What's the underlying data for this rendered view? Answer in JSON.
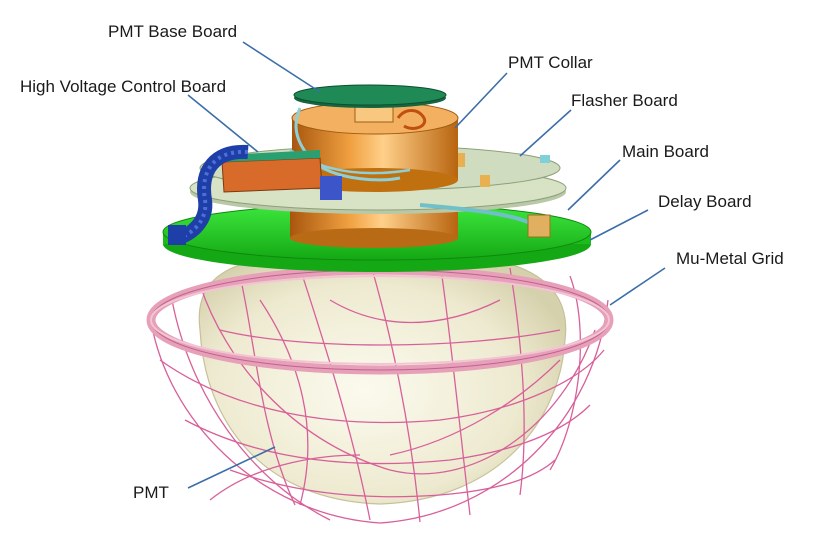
{
  "labels": {
    "pmt_base_board": "PMT Base  Board",
    "high_voltage_control_board": "High Voltage Control Board",
    "pmt_collar": "PMT Collar",
    "flasher_board": "Flasher Board",
    "main_board": "Main Board",
    "delay_board": "Delay Board",
    "mu_metal_grid": "Mu-Metal Grid",
    "pmt": "PMT"
  },
  "colors": {
    "leader_line": "#3b6ea8",
    "pmt_glass": "#eeead0",
    "mu_metal_grid": "#d8609a",
    "mu_metal_ring": "#e6a0b8",
    "delay_board": "#22cc22",
    "main_board": "#d7e3c4",
    "pmt_collar": "#d9801c",
    "hv_board": "#d86a2a",
    "cable": "#1e3fa8",
    "pmt_base_board": "#1f8a55",
    "flasher_board": "#cfdcbf"
  }
}
